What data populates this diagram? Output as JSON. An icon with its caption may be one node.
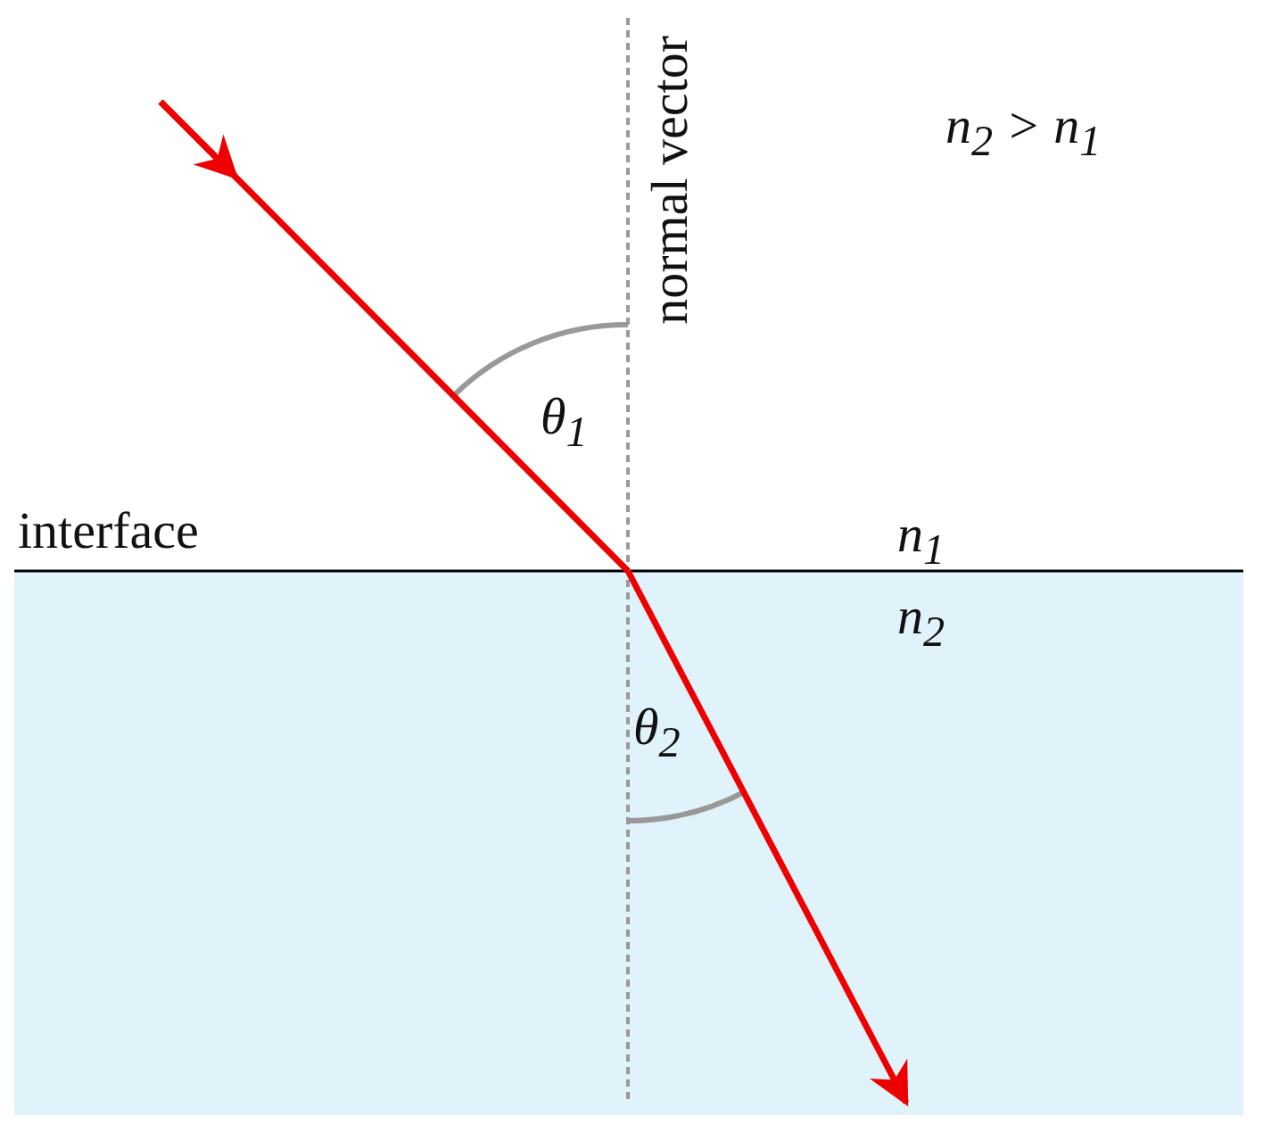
{
  "diagram": {
    "labels": [
      "n$_{2}$ > n$_{1}$",
      "normal vector",
      "θ$_{1}$",
      "interface",
      "n$_{1}$",
      "n$_{2}$",
      "θ$_{2}$"
    ]
  }
}
